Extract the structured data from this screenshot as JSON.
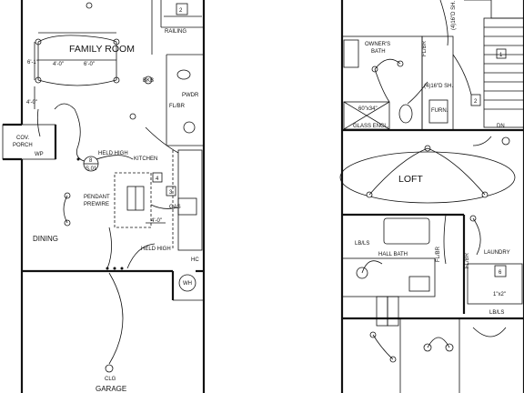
{
  "first_floor": {
    "rooms": {
      "family_room": "FAMILY ROOM",
      "cov_porch_1": "COV.",
      "cov_porch_2": "PORCH",
      "dining": "DINING",
      "kitchen": "KITCHEN",
      "pwdr": "PWDR",
      "garage": "GARAGE"
    },
    "notes": {
      "railing": "RAILING",
      "held_high_1": "HELD HIGH",
      "held_high_2": "HELD HIGH",
      "pendant_1": "PENDANT",
      "pendant_2": "PREWIRE",
      "dim_4_0_a": "4'-0\"",
      "dim_6_0": "6'-0\"",
      "dim_6_1": "6'-1\"",
      "dim_4_0_b": "4'-0\"",
      "dim_4_0_c": "4'-0\"",
      "fl_br": "FL/BR",
      "wp": "WP",
      "gas": "GAS",
      "wh": "WH",
      "clg": "CLG",
      "bkb": "BKB",
      "hc": "HC"
    },
    "tags": [
      "2",
      "3",
      "4",
      "8",
      "S.01"
    ]
  },
  "second_floor": {
    "rooms": {
      "owners_bath_1": "OWNER'S",
      "owners_bath_2": "BATH",
      "loft": "LOFT",
      "hall_bath": "HALL BATH",
      "laundry": "LAUNDRY",
      "furn": "FURN."
    },
    "notes": {
      "glass_encl": "GLASS ENCL.",
      "shower_size": "60\"x34\"",
      "shelf_1": "(4)16\"D SH.",
      "shelf_2": "(4)16\"D SH.",
      "fl_br_a": "FL/BR",
      "fl_br_b": "FL/BR",
      "fl_br_c": "FL/BR",
      "lb_ls_a": "LB/LS",
      "lb_ls_b": "LB/LS",
      "shelf_small": "1\"x2\"",
      "dn": "DN"
    },
    "tags": [
      "1",
      "2",
      "6"
    ]
  }
}
